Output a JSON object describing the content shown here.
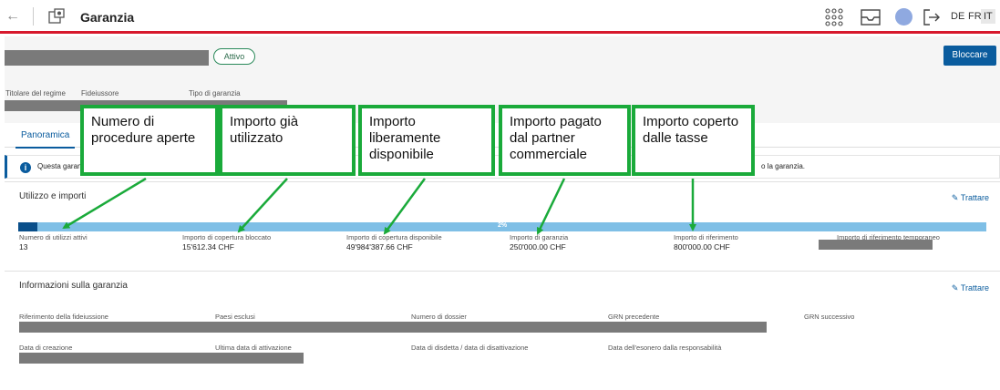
{
  "topbar": {
    "title": "Garanzia",
    "languages": [
      "DE",
      "FR",
      "IT"
    ],
    "active_language": "IT"
  },
  "header": {
    "status": "Attivo",
    "block_button": "Bloccare",
    "labels": [
      "Titolare del regime",
      "Fideiussore",
      "Tipo di garanzia"
    ]
  },
  "tabs": [
    {
      "label": "Panoramica",
      "active": true
    }
  ],
  "info_bar": {
    "text_start": "Questa garan",
    "text_end": "o la garanzia."
  },
  "usage": {
    "title": "Utilizzo e importi",
    "edit": "Trattare",
    "progress_label": "2%",
    "progress_fraction": 0.02,
    "stats": [
      {
        "label": "Numero di utilizzi attivi",
        "value": "13"
      },
      {
        "label": "Importo di copertura bloccato",
        "value": "15'612.34 CHF"
      },
      {
        "label": "Importo di copertura disponibile",
        "value": "49'984'387.66 CHF"
      },
      {
        "label": "Importo di garanzia",
        "value": "250'000.00 CHF"
      },
      {
        "label": "Importo di riferimento",
        "value": "800'000.00 CHF"
      },
      {
        "label": "Importo di riferimento temporaneo",
        "value": ""
      }
    ]
  },
  "guarantee_info": {
    "title": "Informazioni sulla garanzia",
    "edit": "Trattare",
    "row1": [
      "Riferimento della fideiussione",
      "Paesi esclusi",
      "Numero di dossier",
      "GRN precedente",
      "GRN successivo"
    ],
    "row2": [
      "Data di creazione",
      "Ultima data di attivazione",
      "Data di disdetta / data di disattivazione",
      "Data dell'esonero dalla responsabilità"
    ]
  },
  "callouts": [
    "Numero di procedure aperte",
    "Importo già utilizzato",
    "Importo liberamente disponibile",
    "Importo pagato dal partner commerciale",
    "Importo coperto dalle tasse"
  ],
  "colors": {
    "accent": "#0a5c9e",
    "top_border": "#d7192d",
    "annotation": "#1aaa3a",
    "progress_bar": "#7fbfe6",
    "progress_fill": "#0a4f8a"
  }
}
